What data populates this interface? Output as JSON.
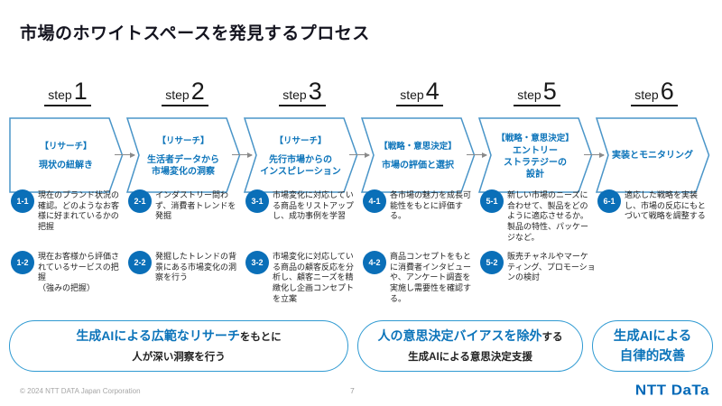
{
  "title": "市場のホワイトスペースを発見するプロセス",
  "colors": {
    "accent_blue": "#0c74ba",
    "arrow_border": "#4a95c8",
    "badge_blue": "#0a6fb8",
    "bubble_border": "#2f9ad2",
    "logo_blue": "#0068b7",
    "connector_gray": "#8a8a8a"
  },
  "steps": [
    {
      "word": "step",
      "number": "1",
      "category": "【リサーチ】",
      "name": "現状の紐解き",
      "items": [
        {
          "id": "1-1",
          "text": "現在のブランド状況の確認。どのようなお客様に好まれているかの把握"
        },
        {
          "id": "1-2",
          "text": "現在お客様から評価されているサービスの把握\n（強みの把握）"
        }
      ]
    },
    {
      "word": "step",
      "number": "2",
      "category": "【リサーチ】",
      "name": "生活者データから\n市場変化の洞察",
      "items": [
        {
          "id": "2-1",
          "text": "インダストリー問わず、消費者トレンドを発掘"
        },
        {
          "id": "2-2",
          "text": "発掘したトレンドの背景にある市場変化の洞察を行う"
        }
      ]
    },
    {
      "word": "step",
      "number": "3",
      "category": "【リサーチ】",
      "name": "先行市場からの\nインスピレーション",
      "items": [
        {
          "id": "3-1",
          "text": "市場変化に対応している商品をリストアップし、成功事例を学習"
        },
        {
          "id": "3-2",
          "text": "市場変化に対応している商品の顧客反応を分析し、顧客ニーズを精緻化し企画コンセプトを立案"
        }
      ]
    },
    {
      "word": "step",
      "number": "4",
      "category": "【戦略・意思決定】",
      "name": "市場の評価と選択",
      "items": [
        {
          "id": "4-1",
          "text": "各市場の魅力を成長可能性をもとに評価する。"
        },
        {
          "id": "4-2",
          "text": "商品コンセプトをもとに消費者インタビューや、アンケート調査を実施し需要性を確認する。"
        }
      ]
    },
    {
      "word": "step",
      "number": "5",
      "category": "【戦略・意思決定】",
      "name": "エントリー\nストラテジーの\n設計",
      "items": [
        {
          "id": "5-1",
          "text": "新しい市場のニーズに合わせて、製品をどのように適応させるか。製品の特性、パッケージなど。"
        },
        {
          "id": "5-2",
          "text": "販売チャネルやマーケティング、プロモーションの検討"
        }
      ]
    },
    {
      "word": "step",
      "number": "6",
      "category": "",
      "name": "実装とモニタリング",
      "items": [
        {
          "id": "6-1",
          "text": "適応した戦略を実装し、市場の反応にもとづいて戦略を調整する"
        }
      ]
    }
  ],
  "bubbles": [
    {
      "highlight1": "生成AIによる広範なリサーチ",
      "rest1": "をもとに",
      "highlight2": "",
      "rest2": "人が深い洞察を行う"
    },
    {
      "highlight1": "人の意思決定バイアスを除外",
      "rest1": "する",
      "highlight2": "",
      "rest2": "生成AIによる意思決定支援"
    },
    {
      "highlight1": "生成AIによる",
      "rest1": "",
      "highlight2": "自律的改善",
      "rest2": ""
    }
  ],
  "footer": {
    "copyright": "© 2024 NTT DATA Japan Corporation",
    "page_number": "7",
    "logo_text": "NTT DaTa"
  }
}
